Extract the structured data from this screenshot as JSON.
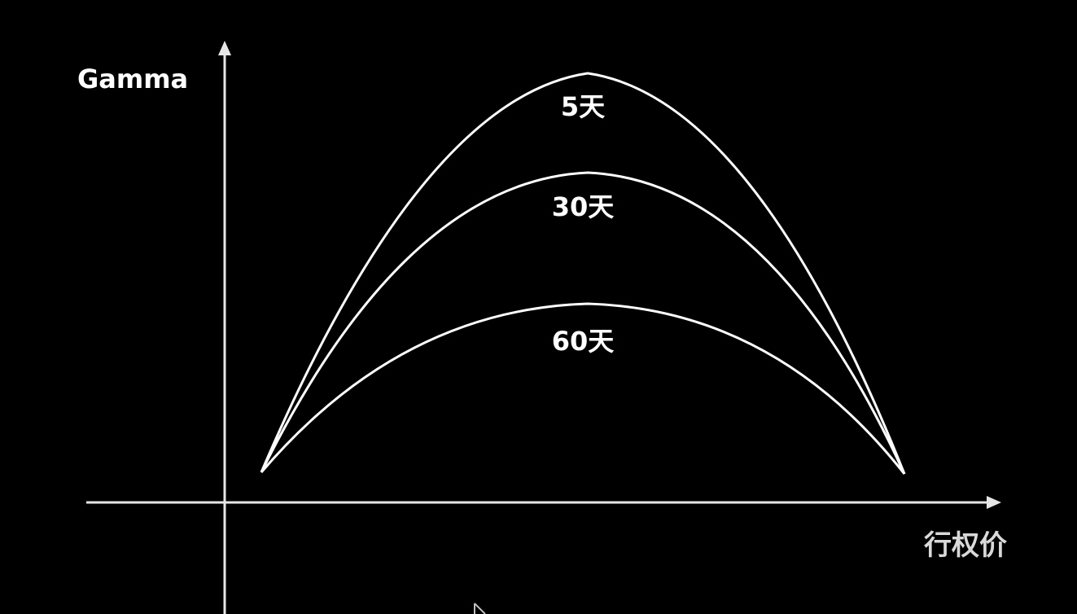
{
  "diagram": {
    "y_axis_label": "Gamma",
    "x_axis_label": "行权价",
    "curves": [
      {
        "label": "5天"
      },
      {
        "label": "30天"
      },
      {
        "label": "60天"
      }
    ],
    "colors": {
      "background": "#000000",
      "curve": "#ffffff",
      "axis": "#e6e6e6",
      "x_label": "#d9d9d9"
    }
  }
}
